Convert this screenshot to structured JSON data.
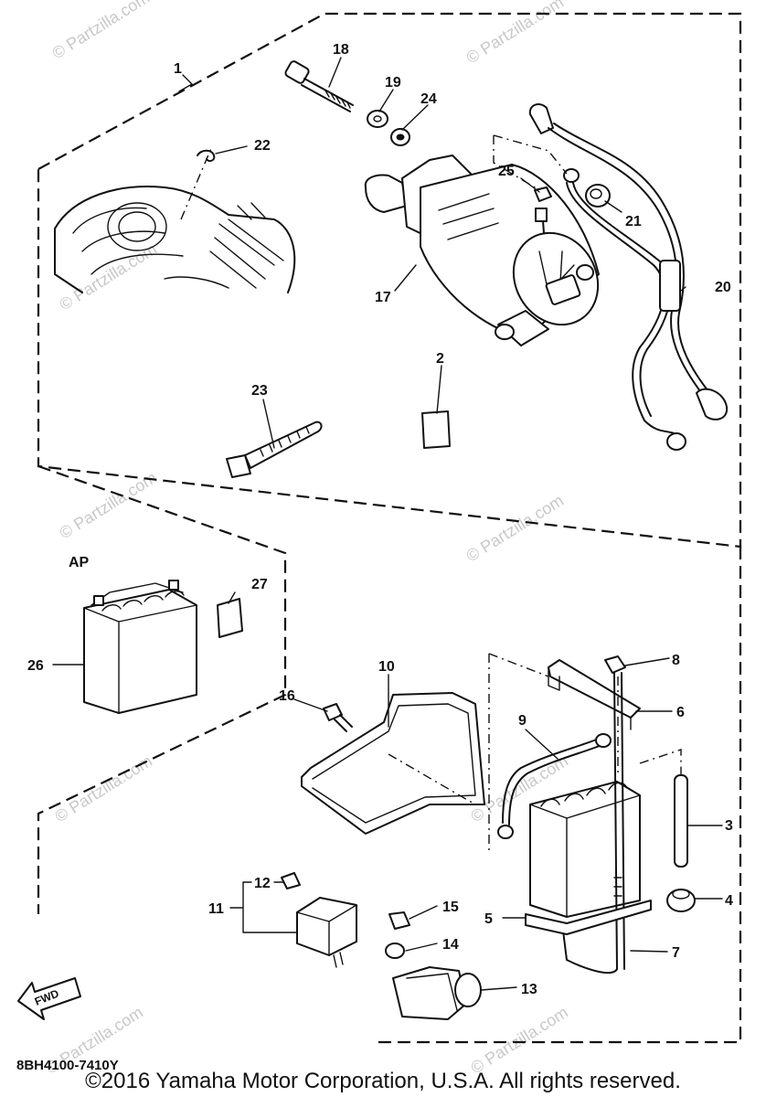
{
  "diagram": {
    "callouts": [
      {
        "id": "1",
        "label": "1"
      },
      {
        "id": "2",
        "label": "2"
      },
      {
        "id": "3",
        "label": "3"
      },
      {
        "id": "4",
        "label": "4"
      },
      {
        "id": "5",
        "label": "5"
      },
      {
        "id": "6",
        "label": "6"
      },
      {
        "id": "7",
        "label": "7"
      },
      {
        "id": "8",
        "label": "8"
      },
      {
        "id": "9",
        "label": "9"
      },
      {
        "id": "10",
        "label": "10"
      },
      {
        "id": "11",
        "label": "11"
      },
      {
        "id": "12",
        "label": "12"
      },
      {
        "id": "13",
        "label": "13"
      },
      {
        "id": "14",
        "label": "14"
      },
      {
        "id": "15",
        "label": "15"
      },
      {
        "id": "16",
        "label": "16"
      },
      {
        "id": "17",
        "label": "17"
      },
      {
        "id": "18",
        "label": "18"
      },
      {
        "id": "19",
        "label": "19"
      },
      {
        "id": "20",
        "label": "20"
      },
      {
        "id": "21",
        "label": "21"
      },
      {
        "id": "22",
        "label": "22"
      },
      {
        "id": "23",
        "label": "23"
      },
      {
        "id": "24",
        "label": "24"
      },
      {
        "id": "25",
        "label": "25"
      },
      {
        "id": "26",
        "label": "26"
      },
      {
        "id": "27",
        "label": "27"
      }
    ],
    "ap_label": "AP",
    "fwd_label": "FWD",
    "drawing_code": "8BH4100-7410Y",
    "watermark": "© Partzilla.com",
    "copyright": "©2016 Yamaha Motor Corporation, U.S.A. All rights reserved."
  }
}
